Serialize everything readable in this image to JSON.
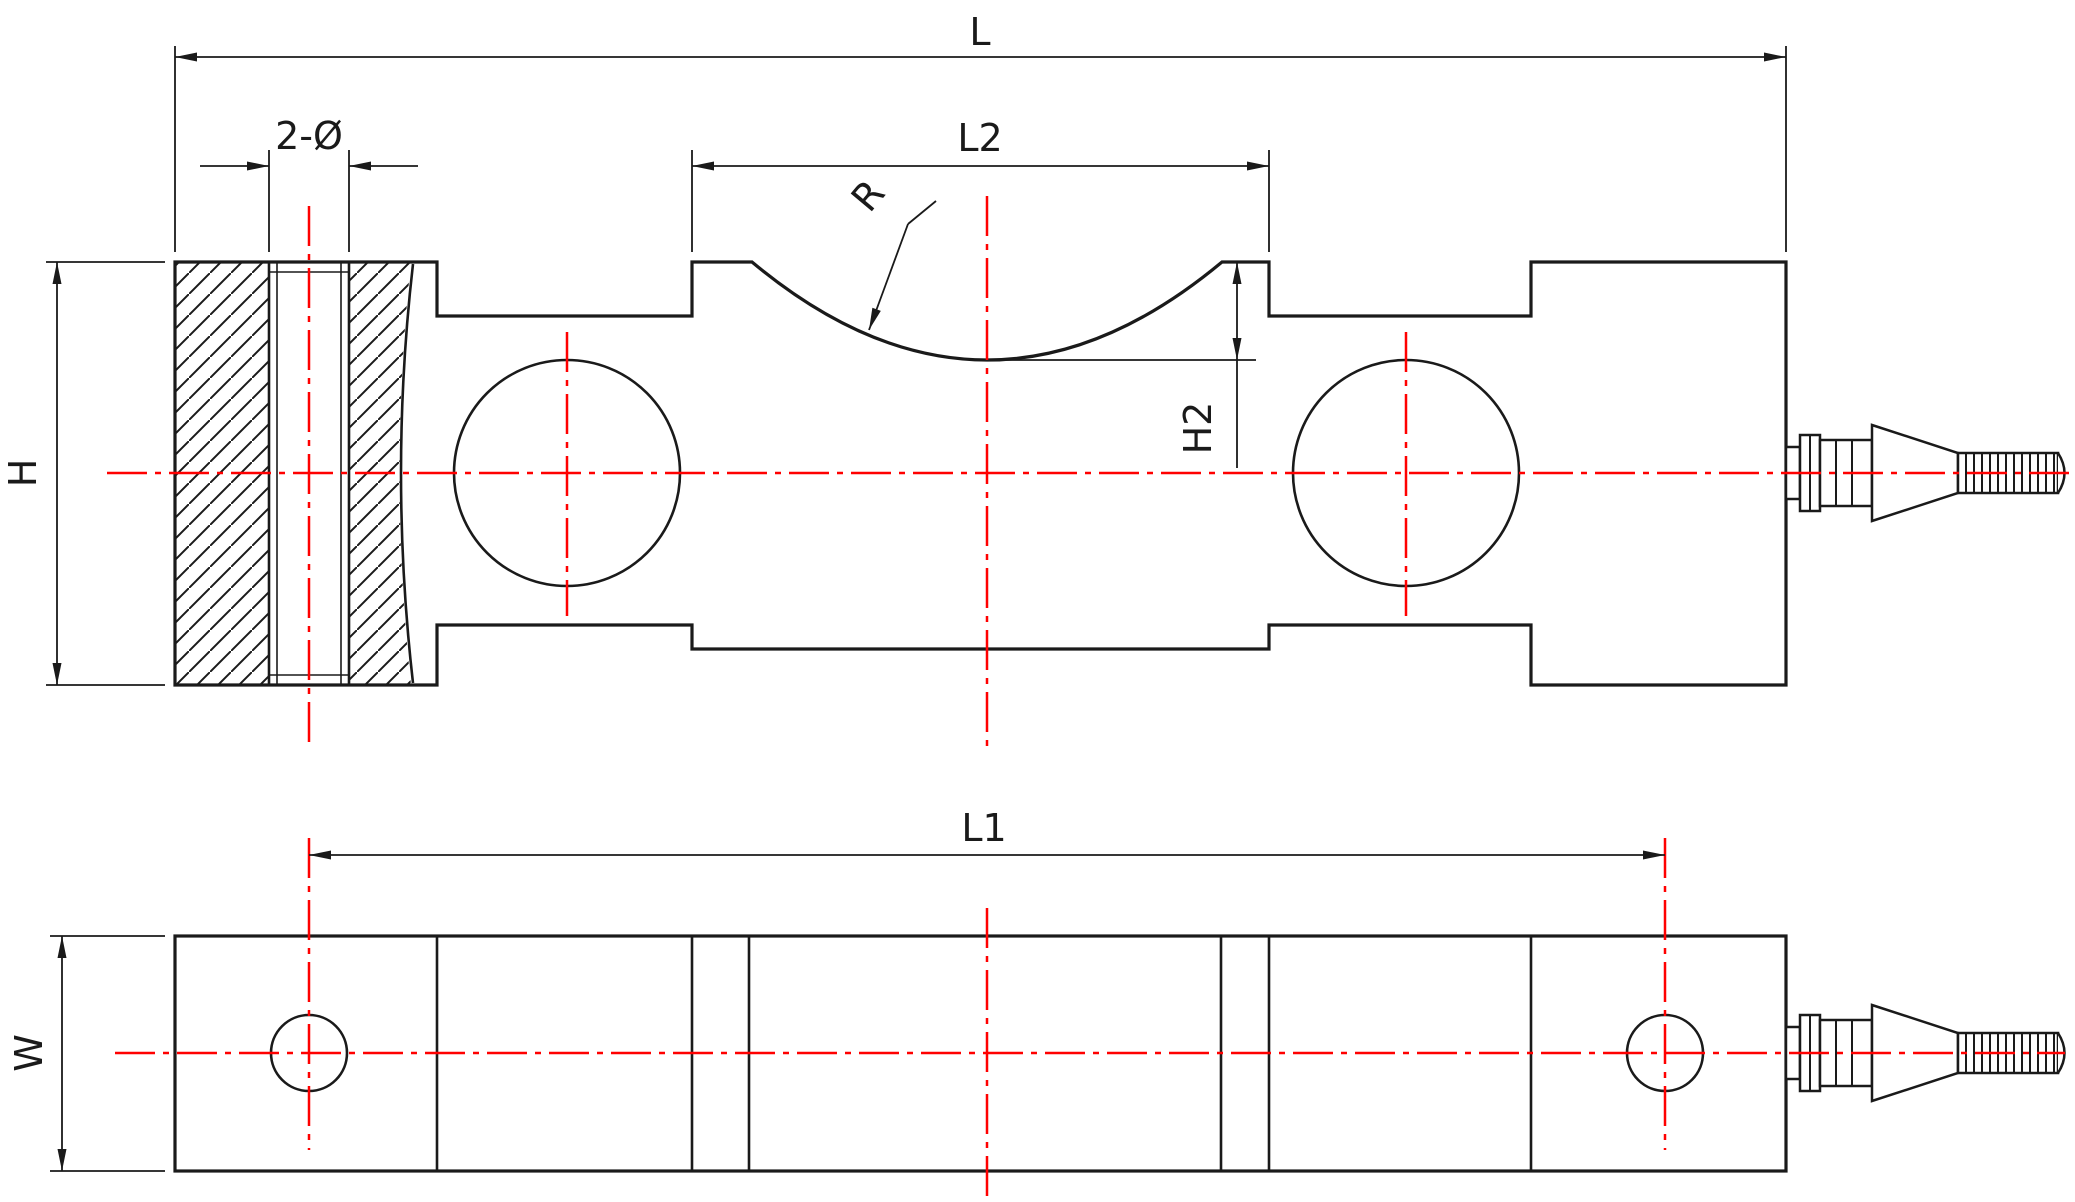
{
  "colors": {
    "background": "#ffffff",
    "drawing_lines": "#1a1a1a",
    "centerlines": "#ff0000"
  },
  "dim_labels": {
    "overall_length": "L",
    "center_pocket_length": "L2",
    "hole_callout": "2-Ø",
    "radius": "R",
    "height": "H",
    "pocket_depth": "H2",
    "hole_spacing": "L1",
    "width": "W"
  }
}
